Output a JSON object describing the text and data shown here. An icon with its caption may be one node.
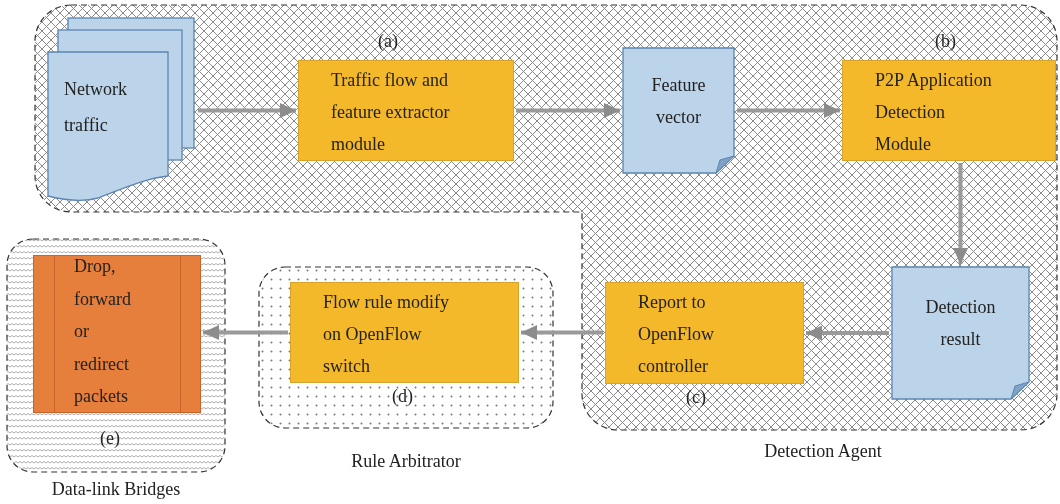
{
  "diagram": {
    "nodes": [
      {
        "text": [
          "Detection Agent"
        ]
      },
      {
        "text": [
          "Network traffic"
        ],
        "in": 0
      },
      {
        "text": [
          "Traffic flow and feature extractor module"
        ],
        "in": 0,
        "beside": [
          "(a)"
        ]
      },
      {
        "text": [
          "Feature vector"
        ],
        "in": 0
      },
      {
        "text": [
          "P2P Application Detection Module"
        ],
        "in": 0,
        "beside": [
          "(b)"
        ]
      },
      {
        "text": [
          "Detection result"
        ],
        "in": 0
      },
      {
        "text": [
          "Report to OpenFlow controller"
        ],
        "in": 0,
        "beside": [
          "(c)"
        ]
      },
      {
        "text": [
          "Rule Arbitrator"
        ]
      },
      {
        "text": [
          "Flow rule modify on OpenFlow switch"
        ],
        "in": 7,
        "beside": [
          "(d)"
        ]
      },
      {
        "text": [
          "Data-link Bridges"
        ]
      },
      {
        "text": [
          "Drop, forward or redirect packets"
        ],
        "in": 9,
        "beside": [
          "(e)"
        ]
      }
    ],
    "edges": [
      {
        "from": 1,
        "to": 2,
        "arrow": "to"
      },
      {
        "from": 2,
        "to": 3,
        "arrow": "to"
      },
      {
        "from": 3,
        "to": 4,
        "arrow": "to"
      },
      {
        "from": 4,
        "to": 5,
        "arrow": "to"
      },
      {
        "from": 5,
        "to": 6,
        "arrow": "to"
      },
      {
        "from": 6,
        "to": 8,
        "arrow": "to"
      },
      {
        "from": 8,
        "to": 10,
        "arrow": "to"
      }
    ]
  }
}
